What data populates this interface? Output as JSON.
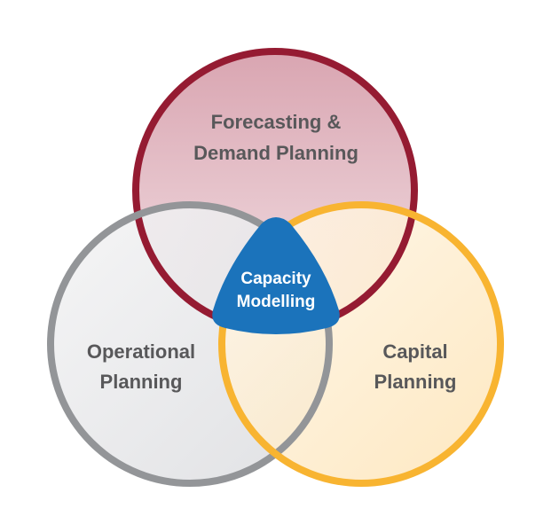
{
  "diagram": {
    "circles": [
      {
        "id": "forecasting",
        "lines": [
          "Forecasting &",
          "Demand Planning"
        ],
        "stroke": "#951b32",
        "fill": "#dba9b4"
      },
      {
        "id": "operational",
        "lines": [
          "Operational",
          "Planning"
        ],
        "stroke": "#939598",
        "fill": "#e3e4e6"
      },
      {
        "id": "capital",
        "lines": [
          "Capital",
          "Planning"
        ],
        "stroke": "#f8b431",
        "fill": "#fde9c4"
      }
    ],
    "center": {
      "lines": [
        "Capacity",
        "Modelling"
      ],
      "fill": "#1b73bb"
    }
  }
}
